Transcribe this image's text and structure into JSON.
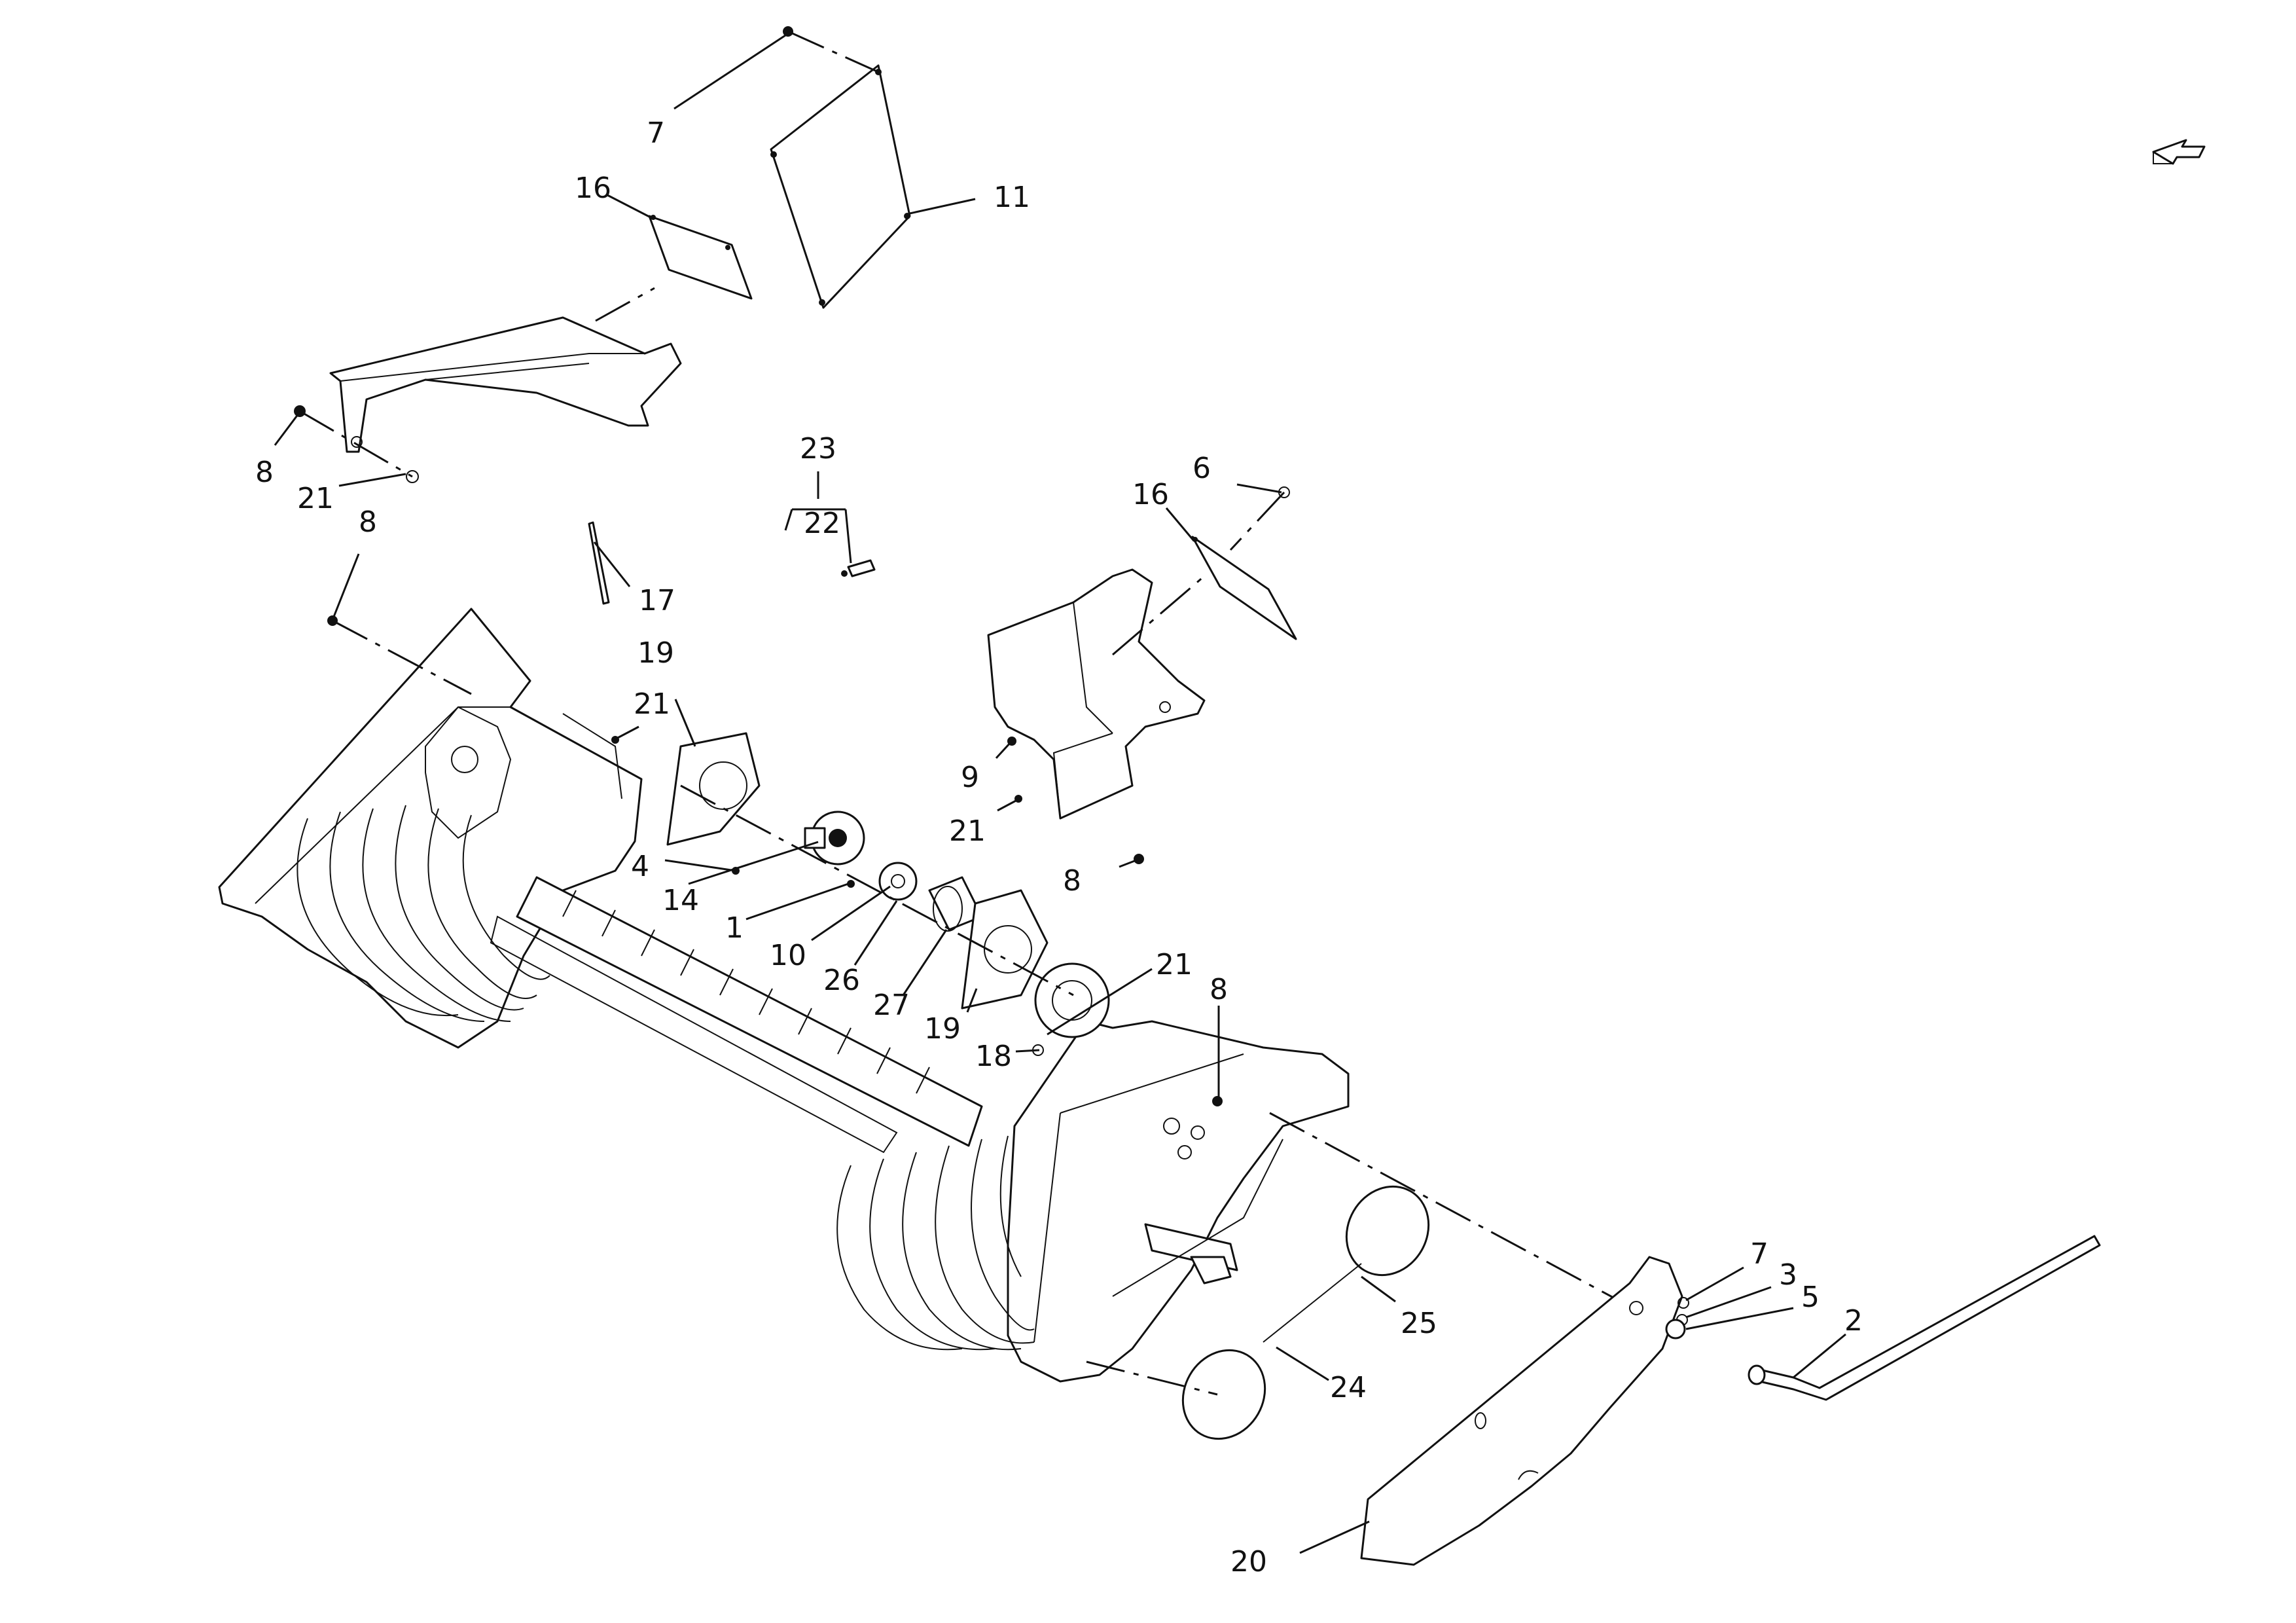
{
  "callouts": {
    "c7a": "7",
    "c11": "11",
    "c16a": "16",
    "c8a": "8",
    "c21a": "21",
    "c8b": "8",
    "c23": "23",
    "c22": "22",
    "c17": "17",
    "c6": "6",
    "c16b": "16",
    "c19a": "19",
    "c21b": "21",
    "c9": "9",
    "c21c": "21",
    "c4": "4",
    "c14": "14",
    "c1": "1",
    "c10": "10",
    "c26": "26",
    "c27": "27",
    "c8c": "8",
    "c19b": "19",
    "c18": "18",
    "c21d": "21",
    "c8d": "8",
    "c7b": "7",
    "c3": "3",
    "c5": "5",
    "c2": "2",
    "c25": "25",
    "c24": "24",
    "c20": "20"
  },
  "icons": {
    "orientation": "direction-arrow-icon"
  }
}
